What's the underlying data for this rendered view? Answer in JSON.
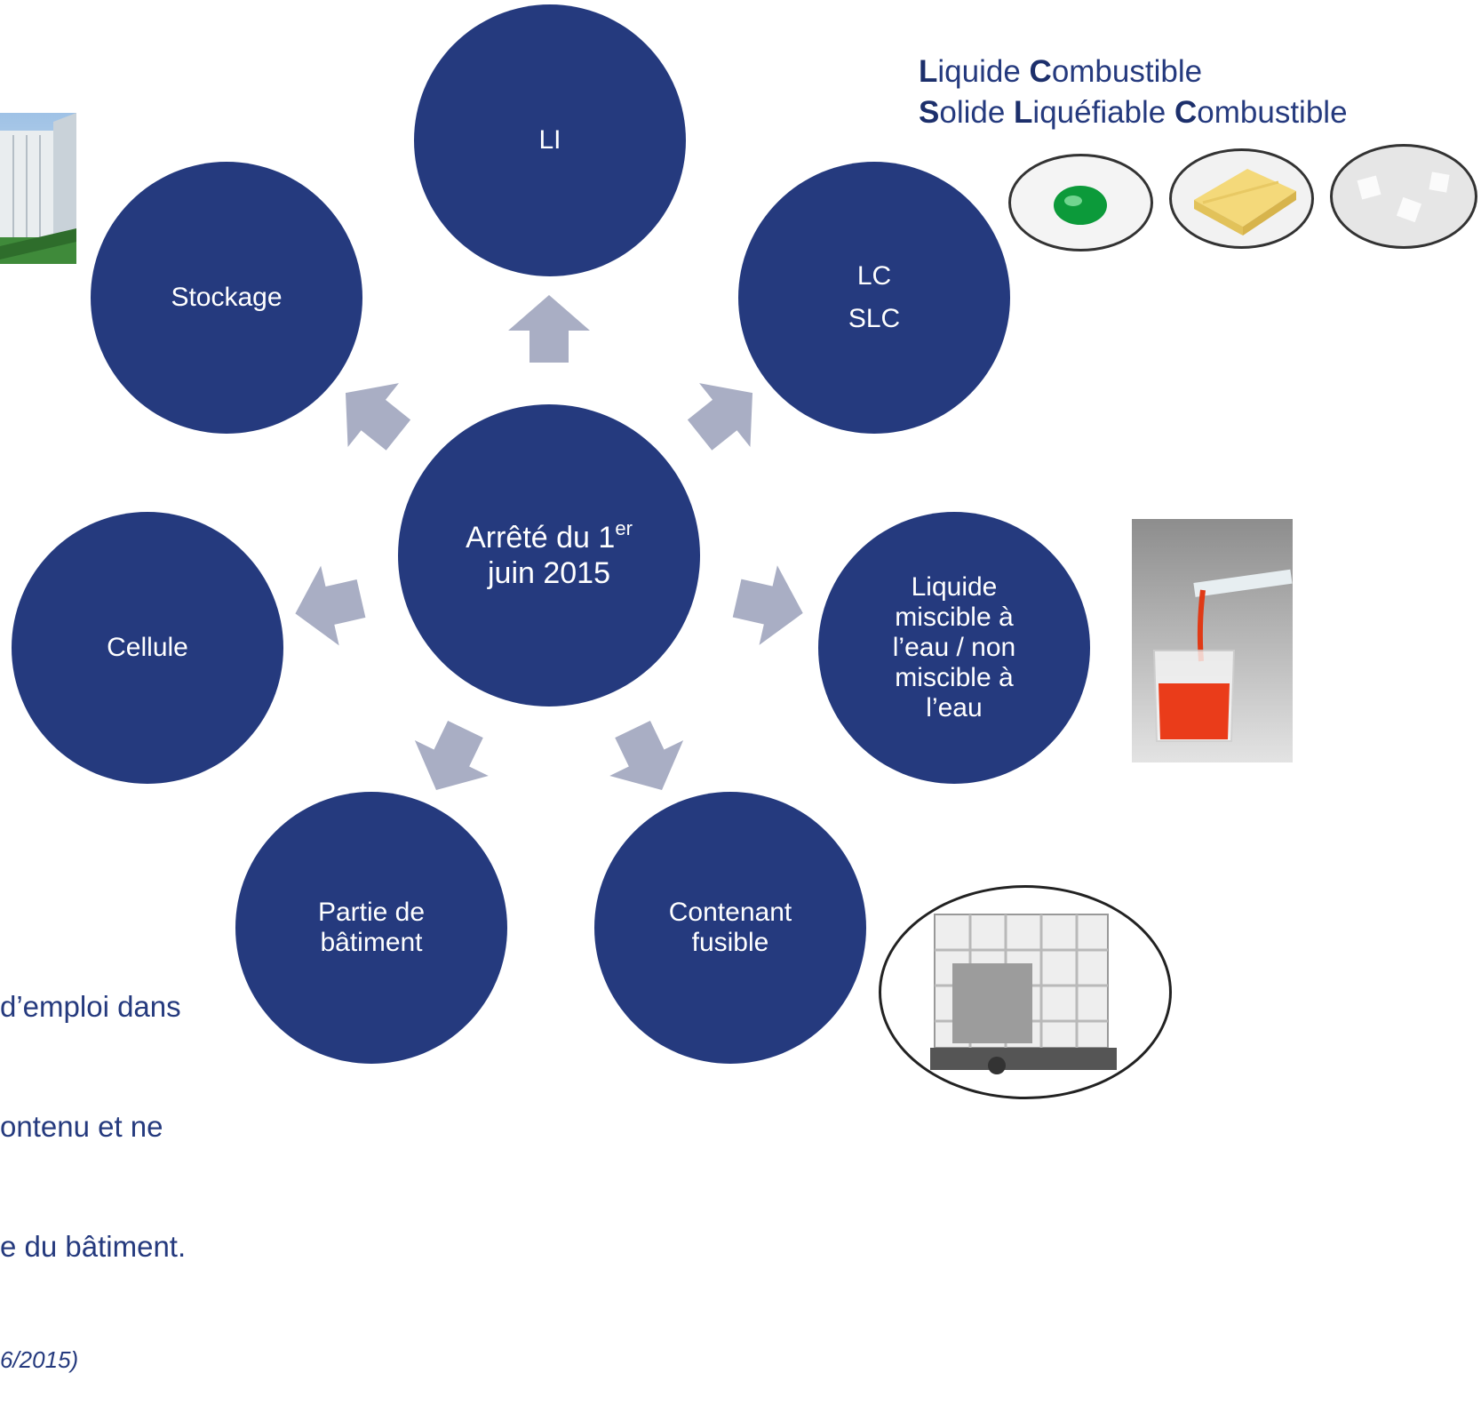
{
  "center": {
    "line1": "Arrêté du 1",
    "sup": "er",
    "line2": "juin 2015"
  },
  "nodes": {
    "li": "LI",
    "lc_line1": "LC",
    "lc_line2": "SLC",
    "liquide": "Liquide\nmiscible à\nl’eau / non\nmiscible à\nl’eau",
    "contenant": "Contenant\nfusible",
    "partie": "Partie de\nbâtiment",
    "cellule": "Cellule",
    "stockage": "Stockage"
  },
  "legend": {
    "line1": [
      {
        "b": "L",
        "t": "iquide "
      },
      {
        "b": "C",
        "t": "ombustible"
      }
    ],
    "line2": [
      {
        "b": "S",
        "t": "olide "
      },
      {
        "b": "L",
        "t": "iquéfiable "
      },
      {
        "b": "C",
        "t": "ombustible"
      }
    ]
  },
  "note": {
    "line1": "d’emploi dans",
    "line2": "ontenu et ne",
    "line3": "e du bâtiment.",
    "source": "6/2015)"
  },
  "colors": {
    "circle": "#253a7e",
    "arrow": "#a9aec4"
  }
}
